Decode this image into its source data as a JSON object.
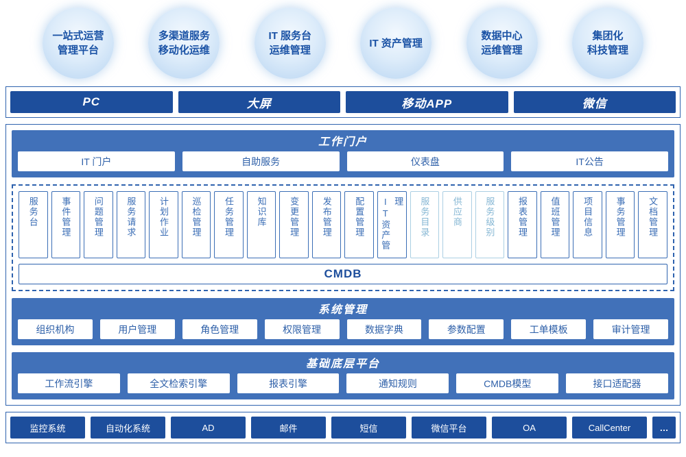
{
  "bubbles": [
    {
      "label": "一站式运营\n管理平台"
    },
    {
      "label": "多渠道服务\n移动化运维"
    },
    {
      "label": "IT 服务台\n运维管理"
    },
    {
      "label": "IT 资产管理"
    },
    {
      "label": "数据中心\n运维管理"
    },
    {
      "label": "集团化\n科技管理"
    }
  ],
  "channels": [
    {
      "label": "PC"
    },
    {
      "label": "大屏"
    },
    {
      "label": "移动APP"
    },
    {
      "label": "微信"
    }
  ],
  "portal": {
    "title": "工作门户",
    "items": [
      {
        "label": "IT 门户"
      },
      {
        "label": "自助服务"
      },
      {
        "label": "仪表盘"
      },
      {
        "label": "IT公告"
      }
    ]
  },
  "modules": [
    {
      "label": "服务台"
    },
    {
      "label": "事件管理"
    },
    {
      "label": "问题管理"
    },
    {
      "label": "服务请求"
    },
    {
      "label": "计划作业"
    },
    {
      "label": "巡检管理"
    },
    {
      "label": "任务管理"
    },
    {
      "label": "知识库"
    },
    {
      "label": "变更管理"
    },
    {
      "label": "发布管理"
    },
    {
      "label": "配置管理"
    },
    {
      "label": "IT资产管理"
    },
    {
      "label": "服务目录"
    },
    {
      "label": "供应商"
    },
    {
      "label": "服务级别"
    },
    {
      "label": "报表管理"
    },
    {
      "label": "值班管理"
    },
    {
      "label": "项目信息"
    },
    {
      "label": "事务管理"
    },
    {
      "label": "文档管理"
    }
  ],
  "cmdb_label": "CMDB",
  "system": {
    "title": "系统管理",
    "items": [
      {
        "label": "组织机构"
      },
      {
        "label": "用户管理"
      },
      {
        "label": "角色管理"
      },
      {
        "label": "权限管理"
      },
      {
        "label": "数据字典"
      },
      {
        "label": "参数配置"
      },
      {
        "label": "工单模板"
      },
      {
        "label": "审计管理"
      }
    ]
  },
  "platform": {
    "title": "基础底层平台",
    "items": [
      {
        "label": "工作流引擎"
      },
      {
        "label": "全文检索引擎"
      },
      {
        "label": "报表引擎"
      },
      {
        "label": "通知规则"
      },
      {
        "label": "CMDB模型"
      },
      {
        "label": "接口适配器"
      }
    ]
  },
  "integrations": [
    {
      "label": "监控系统"
    },
    {
      "label": "自动化系统"
    },
    {
      "label": "AD"
    },
    {
      "label": "邮件"
    },
    {
      "label": "短信"
    },
    {
      "label": "微信平台"
    },
    {
      "label": "OA"
    },
    {
      "label": "CallCenter"
    },
    {
      "label": "…"
    }
  ]
}
